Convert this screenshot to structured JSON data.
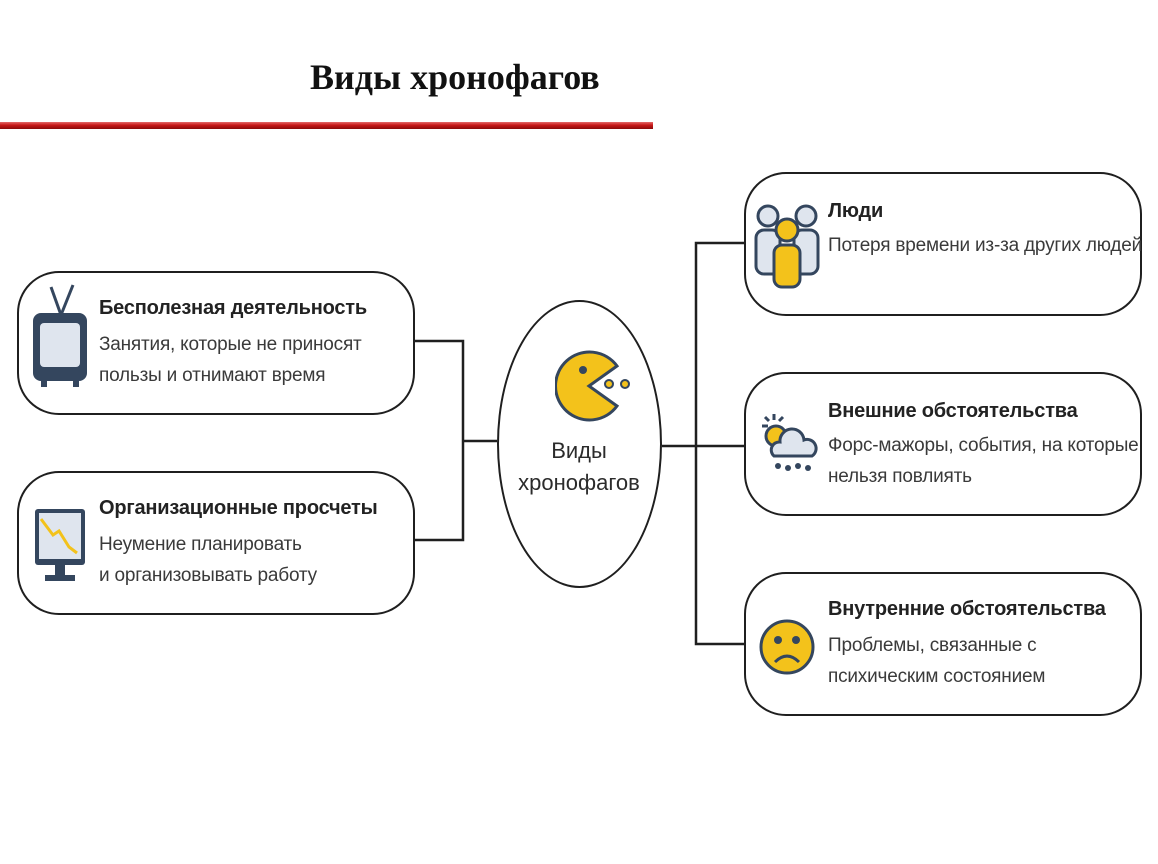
{
  "title": "Виды хронофагов",
  "hub": {
    "lines": [
      "Виды",
      "хронофагов"
    ]
  },
  "left": [
    {
      "heading": "Бесполезная деятельность",
      "desc": [
        "Занятия, которые не приносят",
        "пользы и отнимают время"
      ],
      "icon": "tv-icon"
    },
    {
      "heading": "Организационные просчеты",
      "desc": [
        "Неумение планировать",
        "и организовывать работу"
      ],
      "icon": "monitor-chart-icon"
    }
  ],
  "right": [
    {
      "heading": "Люди",
      "desc": [
        "Потеря времени из-за других людей"
      ],
      "icon": "people-icon"
    },
    {
      "heading": "Внешние обстоятельства",
      "desc": [
        "Форс-мажоры, события, на которые",
        "нельзя повлиять"
      ],
      "icon": "weather-icon"
    },
    {
      "heading": "Внутренние обстоятельства",
      "desc": [
        "Проблемы, связанные с",
        "психическим состоянием"
      ],
      "icon": "sad-face-icon"
    }
  ],
  "colors": {
    "accent_red": "#c81818",
    "icon_dark": "#34465e",
    "icon_yellow": "#f3c21b",
    "icon_light": "#dfe5ee"
  }
}
